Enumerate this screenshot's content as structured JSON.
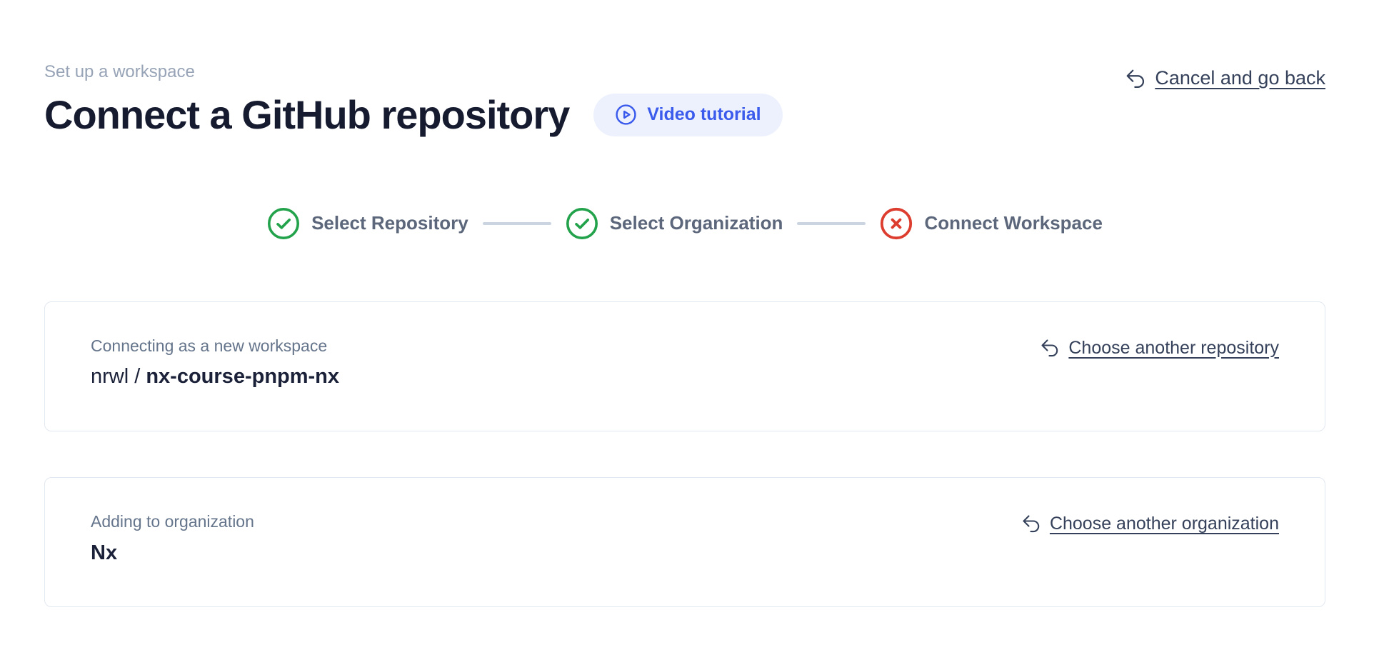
{
  "page": {
    "eyebrow": "Set up a workspace",
    "title": "Connect a GitHub repository"
  },
  "header": {
    "video_button_label": "Video tutorial",
    "cancel_link_label": "Cancel and go back"
  },
  "stepper": {
    "steps": [
      {
        "label": "Select Repository",
        "status": "complete",
        "icon": "check-circle-icon"
      },
      {
        "label": "Select Organization",
        "status": "complete",
        "icon": "check-circle-icon"
      },
      {
        "label": "Connect Workspace",
        "status": "error",
        "icon": "x-circle-icon"
      }
    ]
  },
  "cards": [
    {
      "label": "Connecting as a new workspace",
      "value_prefix": "nrwl / ",
      "value_name": "nx-course-pnpm-nx",
      "action_label": "Choose another repository"
    },
    {
      "label": "Adding to organization",
      "value_prefix": "",
      "value_name": "Nx",
      "action_label": "Choose another organization"
    }
  ],
  "colors": {
    "accent_blue": "#3b5bec",
    "accent_blue_bg": "#edf1fd",
    "success_green": "#22a24a",
    "error_red": "#dc3d2e",
    "muted_gray": "#97a3b6",
    "step_label": "#5c677c",
    "connector": "#cbd5e1",
    "card_border": "#e2e8f0",
    "link_slate": "#35415a",
    "heading_navy": "#161b30"
  }
}
